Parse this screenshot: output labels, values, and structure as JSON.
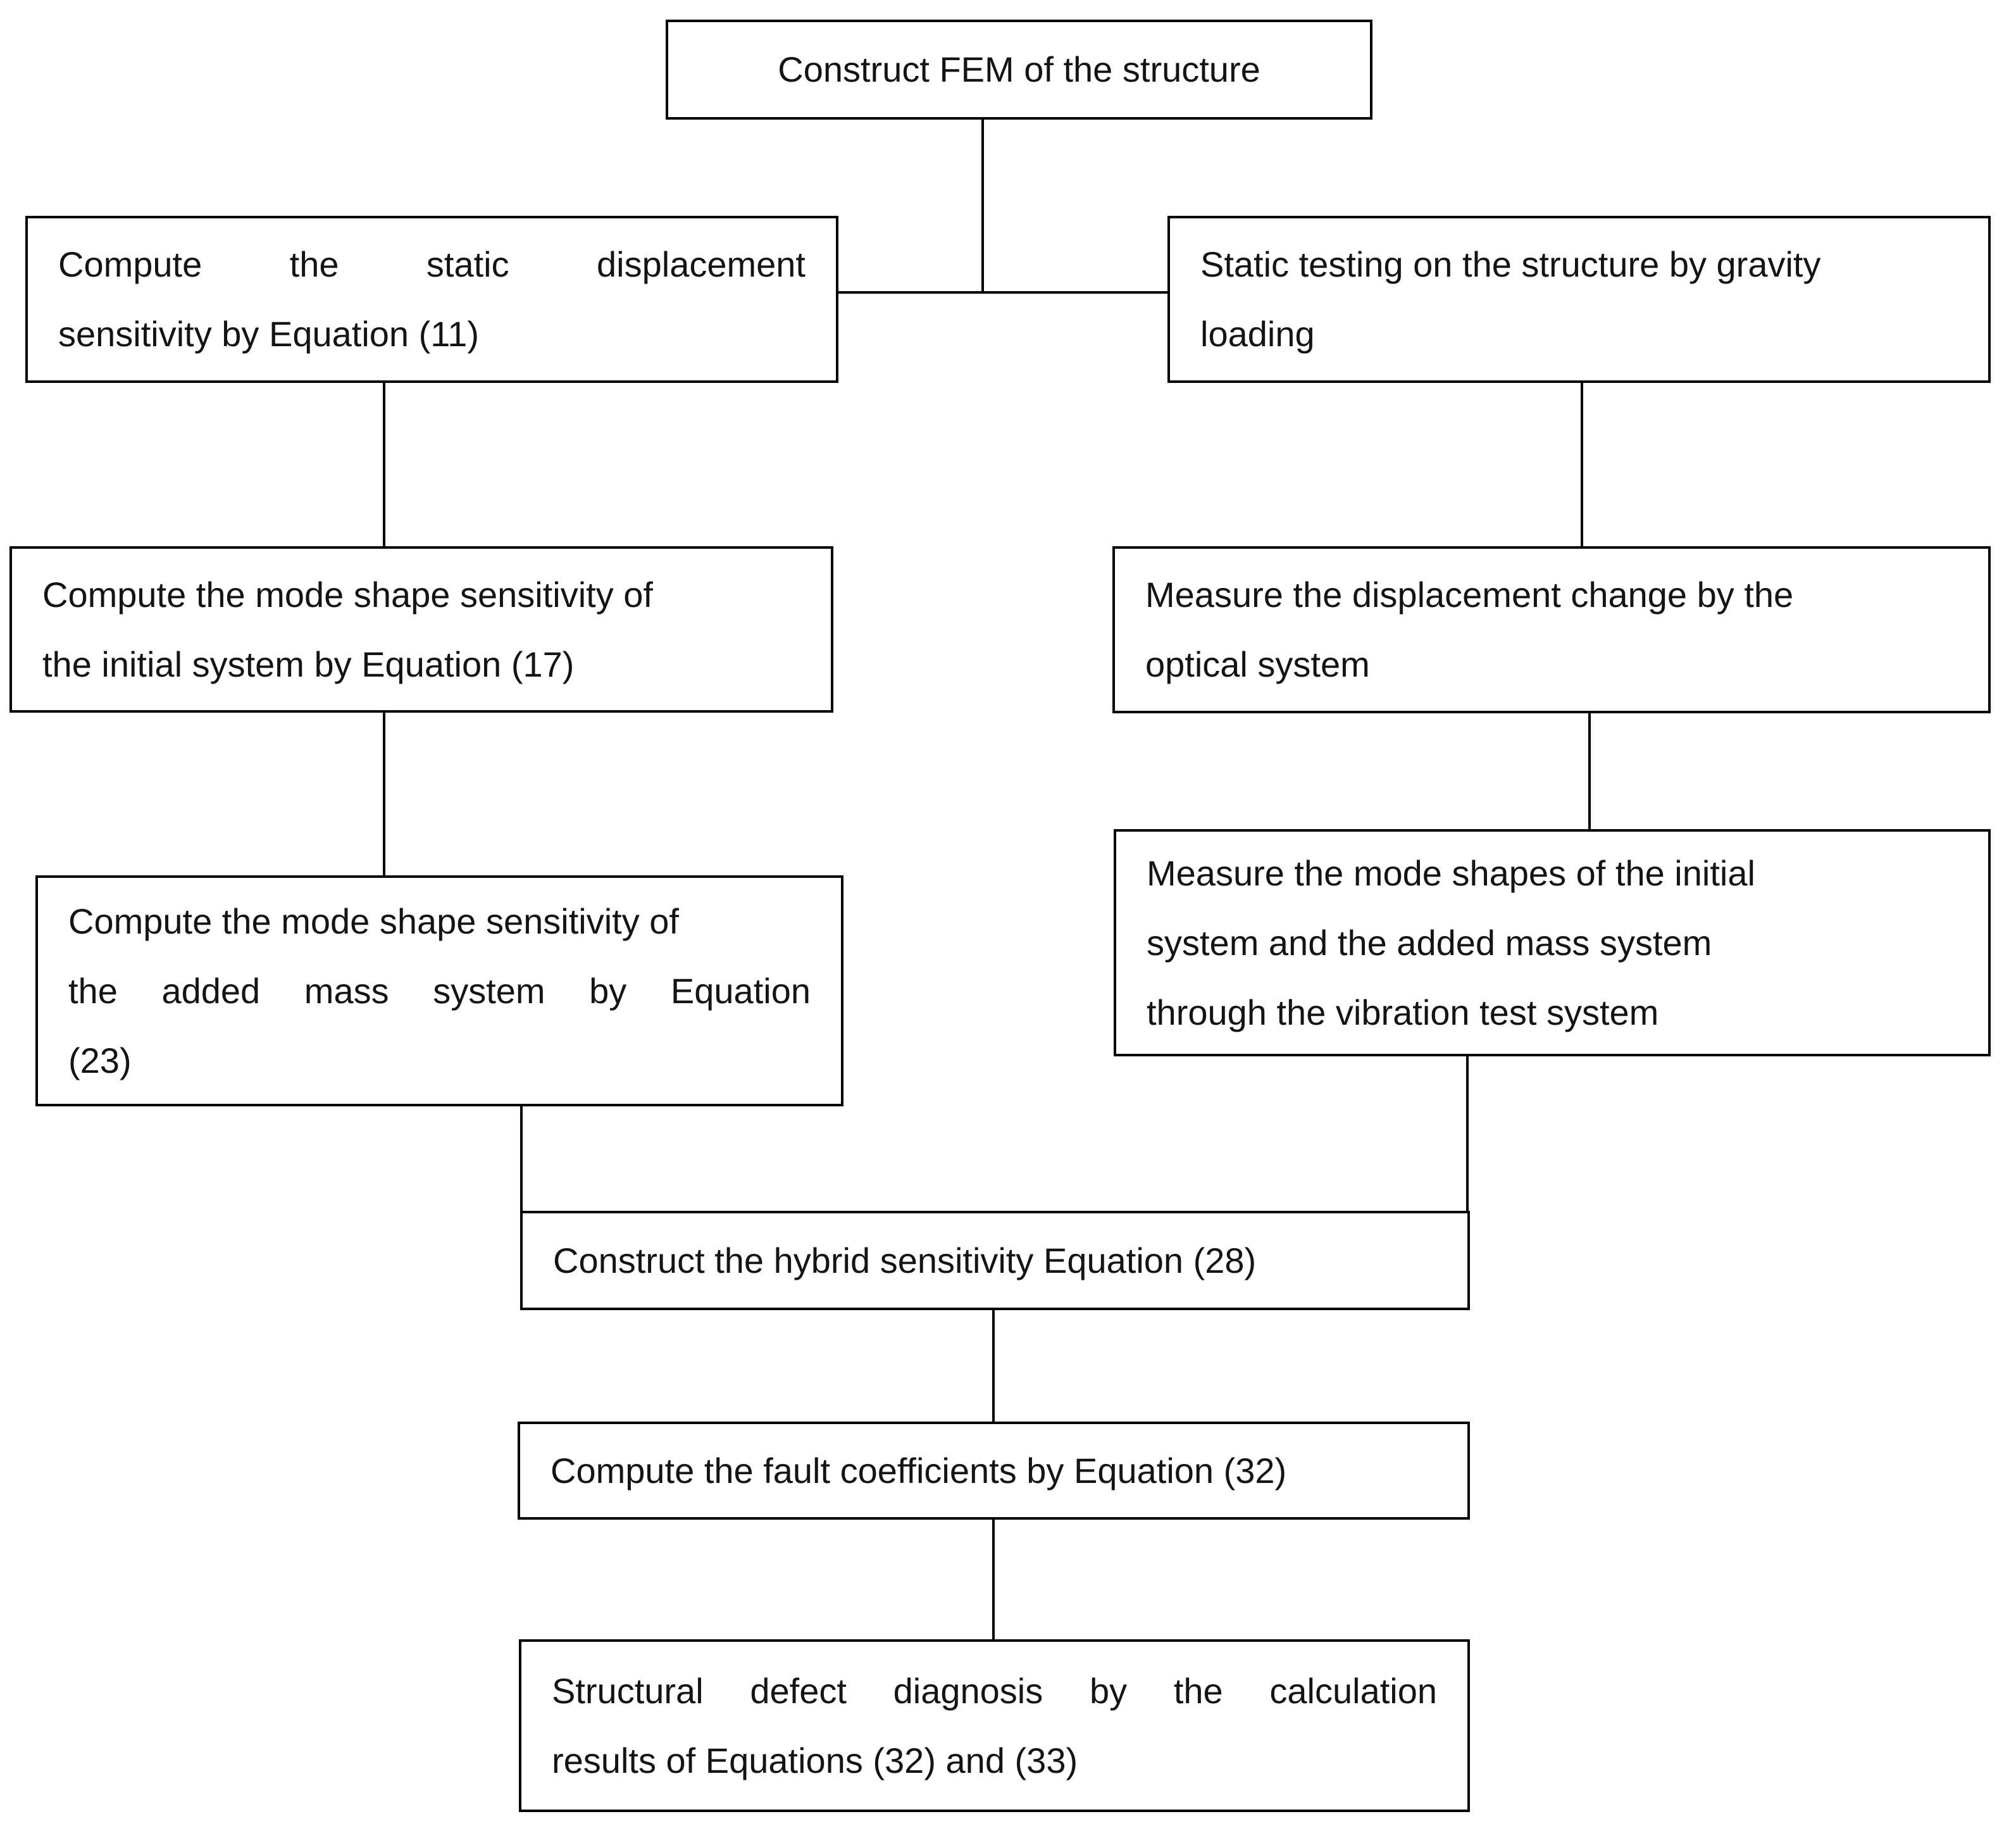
{
  "figure": {
    "type": "flowchart",
    "description_colors": {
      "background": "#ffffff",
      "box_fill": "#ffffff",
      "box_border": "#000000",
      "text": "#141414",
      "connector": "#000000"
    }
  },
  "steps": {
    "construct_fem": {
      "lines": [
        "Construct FEM of the structure"
      ]
    },
    "static_sensitivity": {
      "lines": [
        "Compute the static displacement",
        "sensitivity by Equation (11)"
      ]
    },
    "static_testing": {
      "lines": [
        "Static testing on the structure by gravity",
        "loading"
      ]
    },
    "mode_shape_initial": {
      "lines": [
        "Compute the mode shape sensitivity of",
        "the initial system by Equation (17)"
      ]
    },
    "displacement_change": {
      "lines": [
        "Measure the displacement change by the",
        "optical system"
      ]
    },
    "mode_shape_added": {
      "lines": [
        "Compute the mode shape sensitivity of",
        "the added mass system by Equation",
        "(23)"
      ]
    },
    "mode_shapes_measure": {
      "lines": [
        "Measure the mode shapes of the initial",
        "system and the added mass system",
        "through the vibration test system"
      ]
    },
    "hybrid_sensitivity": {
      "lines": [
        "Construct the hybrid sensitivity Equation (28)"
      ]
    },
    "fault_coefficients": {
      "lines": [
        "Compute the fault coefficients by Equation (32)"
      ]
    },
    "defect_diagnosis": {
      "lines": [
        "Structural defect diagnosis by the calculation",
        "results of Equations (32) and (33)"
      ]
    }
  }
}
